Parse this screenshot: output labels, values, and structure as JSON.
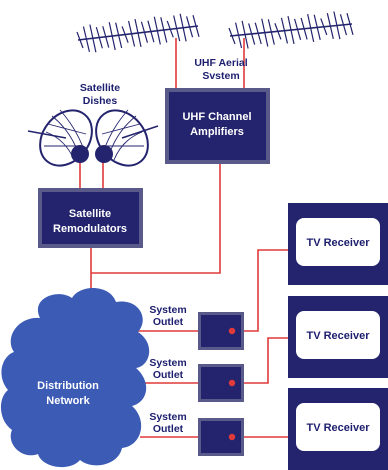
{
  "colors": {
    "navy": "#24246e",
    "cloud": "#3b5bb5",
    "wire": "#e03a3a",
    "white": "#ffffff"
  },
  "uhf_aerial": {
    "label_line1": "UHF Aerial",
    "label_line2": "Svstem"
  },
  "uhf_amplifiers": {
    "label_line1": "UHF Channel",
    "label_line2": "Amplifiers"
  },
  "satellite_dishes": {
    "label_line1": "Satellite",
    "label_line2": "Dishes"
  },
  "satellite_remodulators": {
    "label_line1": "Satellite",
    "label_line2": "Remodulators"
  },
  "distribution_network": {
    "label_line1": "Distribution",
    "label_line2": "Network"
  },
  "outlets": [
    {
      "line1": "System",
      "line2": "Outlet"
    },
    {
      "line1": "System",
      "line2": "Outlet"
    },
    {
      "line1": "System",
      "line2": "Outlet"
    }
  ],
  "receivers": [
    {
      "label": "TV Receiver"
    },
    {
      "label": "TV Receiver"
    },
    {
      "label": "TV Receiver"
    }
  ]
}
